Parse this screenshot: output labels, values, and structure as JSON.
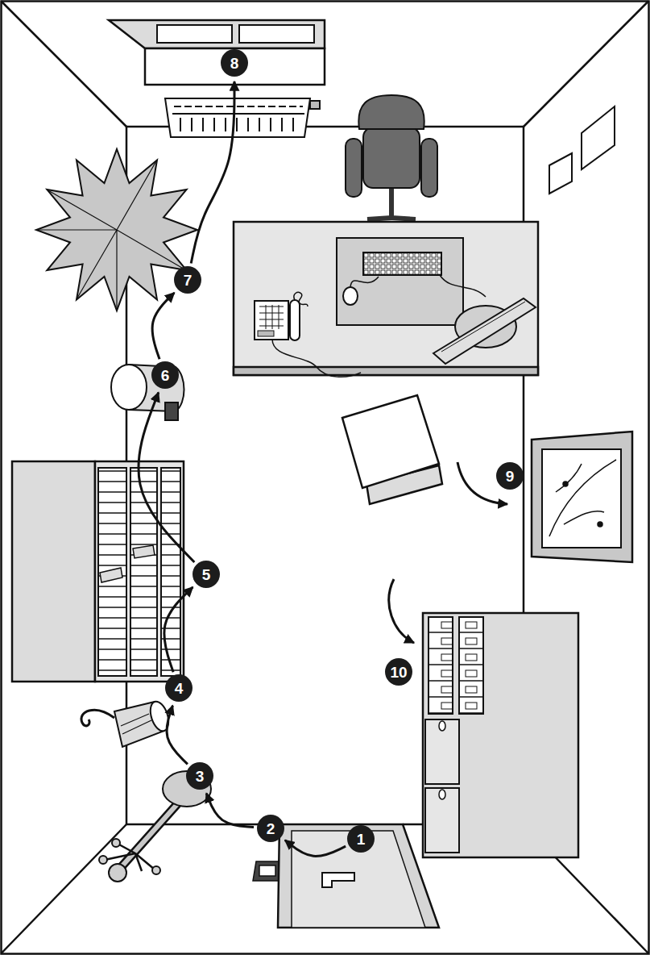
{
  "diagram": {
    "nodes": [
      {
        "text": [
          "1"
        ]
      },
      {
        "text": [
          "2"
        ]
      },
      {
        "text": [
          "3"
        ]
      },
      {
        "text": [
          "4"
        ]
      },
      {
        "text": [
          "5"
        ]
      },
      {
        "text": [
          "6"
        ]
      },
      {
        "text": [
          "7"
        ]
      },
      {
        "text": [
          "8"
        ]
      },
      {
        "text": [
          "9"
        ]
      },
      {
        "text": [
          "10"
        ]
      }
    ],
    "edges": [
      {
        "from": 0,
        "to": 1,
        "arrow": "to"
      },
      {
        "from": 1,
        "to": 2,
        "arrow": "to"
      },
      {
        "from": 2,
        "to": 3,
        "arrow": "to"
      },
      {
        "from": 3,
        "to": 4,
        "arrow": "to"
      },
      {
        "from": 4,
        "to": 5,
        "arrow": "to"
      },
      {
        "from": 5,
        "to": 6,
        "arrow": "to"
      },
      {
        "from": 6,
        "to": 7,
        "arrow": "to"
      }
    ]
  }
}
